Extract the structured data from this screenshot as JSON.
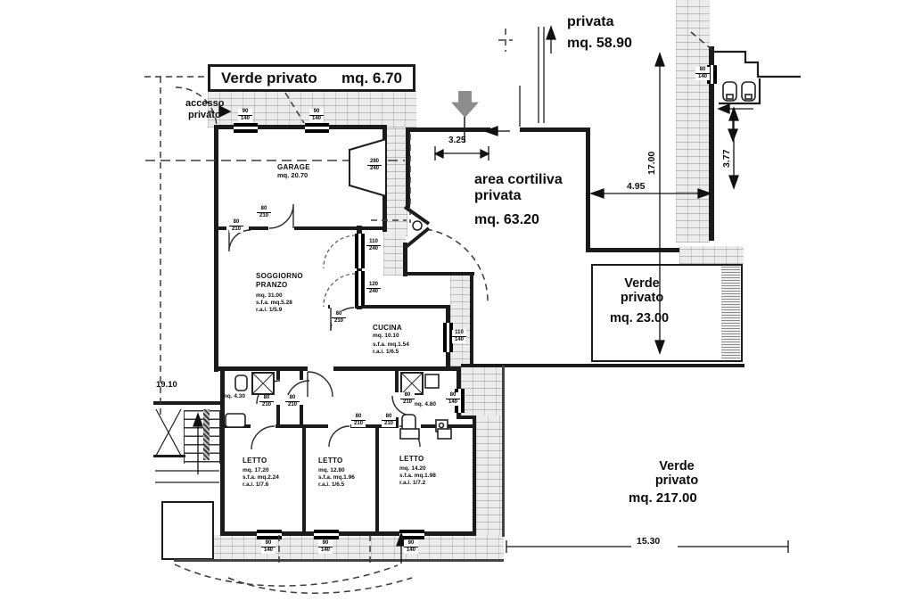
{
  "green_areas": {
    "top_strip": {
      "name": "Verde privato",
      "area": "mq. 6.70"
    },
    "access": {
      "line1": "accesso",
      "line2": "privato"
    },
    "neighbor_top": {
      "name": "privata",
      "area": "mq. 58.90"
    },
    "courtyard": {
      "line1": "area cortiliva",
      "line2": "privata",
      "area": "mq. 63.20"
    },
    "east": {
      "line1": "Verde",
      "line2": "privato",
      "area": "mq. 23.00"
    },
    "south": {
      "line1": "Verde",
      "line2": "privato",
      "area": "mq. 217.00"
    }
  },
  "rooms": {
    "garage": {
      "name": "GARAGE",
      "area": "mq. 20.70"
    },
    "soggiorno": {
      "name_line1": "SOGGIORNO",
      "name_line2": "PRANZO",
      "area": "mq. 31.00",
      "sfa": "s.f.a. mq.5.28",
      "rai": "r.a.i. 1/5.9"
    },
    "cucina": {
      "name": "CUCINA",
      "area": "mq. 10.10",
      "sfa": "s.f.a. mq.1.54",
      "rai": "r.a.i. 1/6.5"
    },
    "bagno1": {
      "area": "mq. 4.30"
    },
    "bagno2": {
      "area": "mq. 4.80"
    },
    "letto1": {
      "name": "LETTO",
      "area": "mq. 17.20",
      "sfa": "s.f.a. mq.2.24",
      "rai": "r.a.i. 1/7.6"
    },
    "letto2": {
      "name": "LETTO",
      "area": "mq. 12.80",
      "sfa": "s.f.a. mq.1.96",
      "rai": "r.a.i. 1/6.5"
    },
    "letto3": {
      "name": "LETTO",
      "area": "mq. 14.20",
      "sfa": "s.f.a. mq.1.98",
      "rai": "r.a.i. 1/7.2"
    }
  },
  "dimensions": {
    "courtyard_width": "3.25",
    "lot_depth": "17.00",
    "east_width": "4.95",
    "neighbor_depth": "3.77",
    "lot_width": "15.30",
    "stairwell": "19.10"
  },
  "openings": {
    "garage_door": {
      "w": "280",
      "h": "240"
    },
    "french_window_1": {
      "w": "110",
      "h": "240"
    },
    "french_window_2": {
      "w": "120",
      "h": "240"
    },
    "kitchen_window": {
      "w": "110",
      "h": "140"
    },
    "bath_window": {
      "w": "80",
      "h": "140"
    },
    "small_window": {
      "w": "90",
      "h": "140"
    },
    "door": {
      "w": "80",
      "h": "210"
    }
  }
}
